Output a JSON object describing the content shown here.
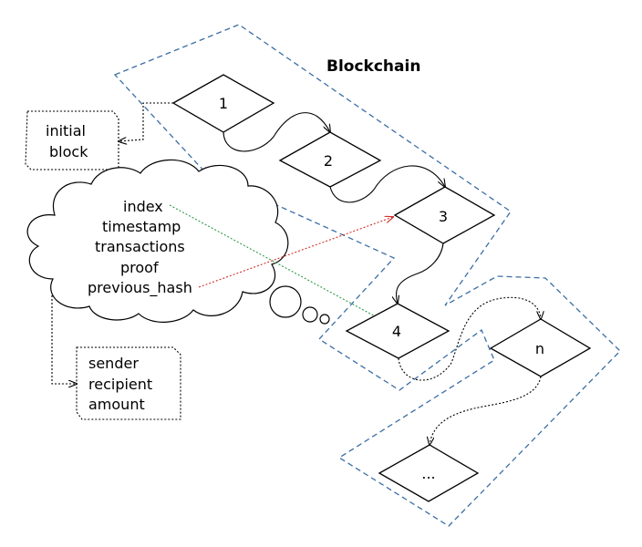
{
  "title": "Blockchain",
  "blocks": [
    "1",
    "2",
    "3",
    "4",
    "n",
    "..."
  ],
  "initial_block_note": [
    "initial",
    "block"
  ],
  "block_fields": [
    "index",
    "timestamp",
    "transactions",
    "proof",
    "previous_hash"
  ],
  "transaction_fields": [
    "sender",
    "recipient",
    "amount"
  ],
  "colors": {
    "zone_border": "#3b6ea5",
    "index_link": "#2e9a4a",
    "previous_hash_link": "#d0302a"
  }
}
